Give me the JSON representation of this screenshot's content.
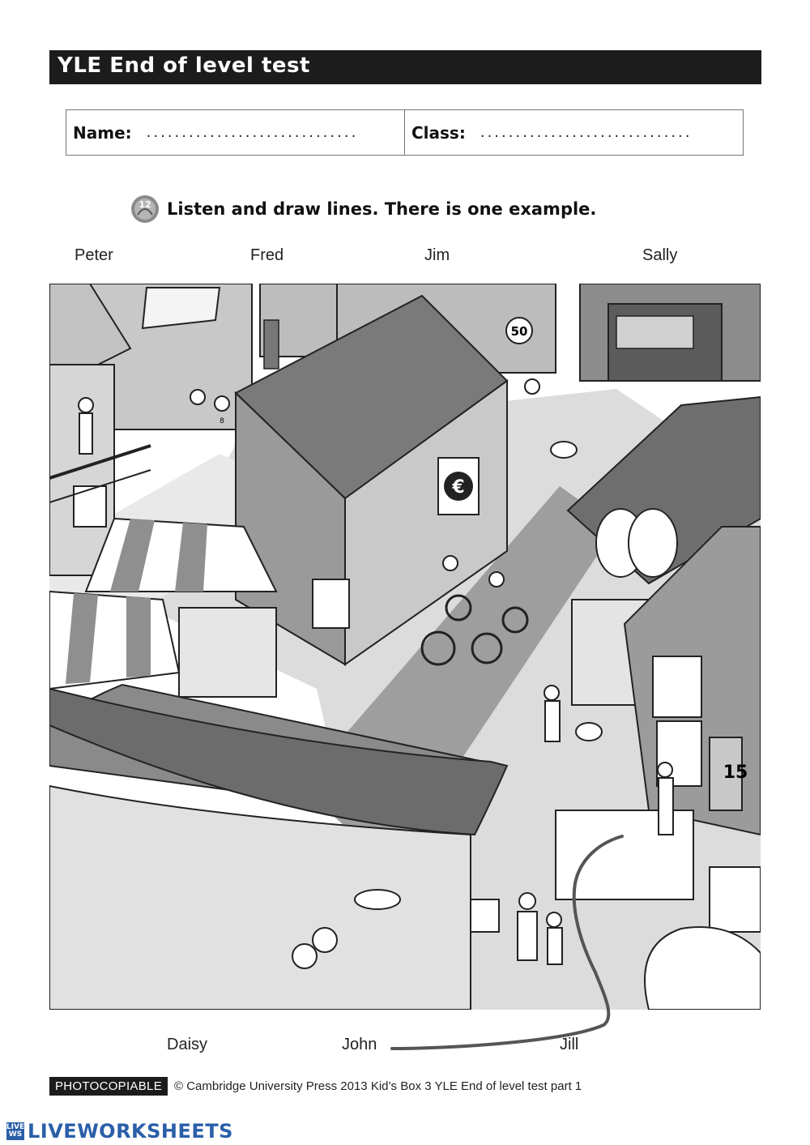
{
  "header": {
    "title": "YLE End of level test"
  },
  "form": {
    "name_label": "Name:",
    "name_dots": "..............................",
    "class_label": "Class:",
    "class_dots": ".............................."
  },
  "instruction": {
    "track_number": "12",
    "text": "Listen and draw lines. There is one example."
  },
  "names_top": [
    "Peter",
    "Fred",
    "Jim",
    "Sally"
  ],
  "names_bottom": [
    "Daisy",
    "John",
    "Jill"
  ],
  "scene": {
    "speed_sign": "50",
    "currency_sign": "€",
    "house_number": "15",
    "shirt_number": "8"
  },
  "footer": {
    "tag": "PHOTOCOPIABLE",
    "copyright": "© Cambridge University Press 2013 Kid’s Box 3 YLE End of level test part 1"
  },
  "branding": {
    "badge_top": "LIVE",
    "badge_bottom": "WS",
    "logo_text": "LIVEWORKSHEETS",
    "brand_color": "#2a5fa8"
  }
}
